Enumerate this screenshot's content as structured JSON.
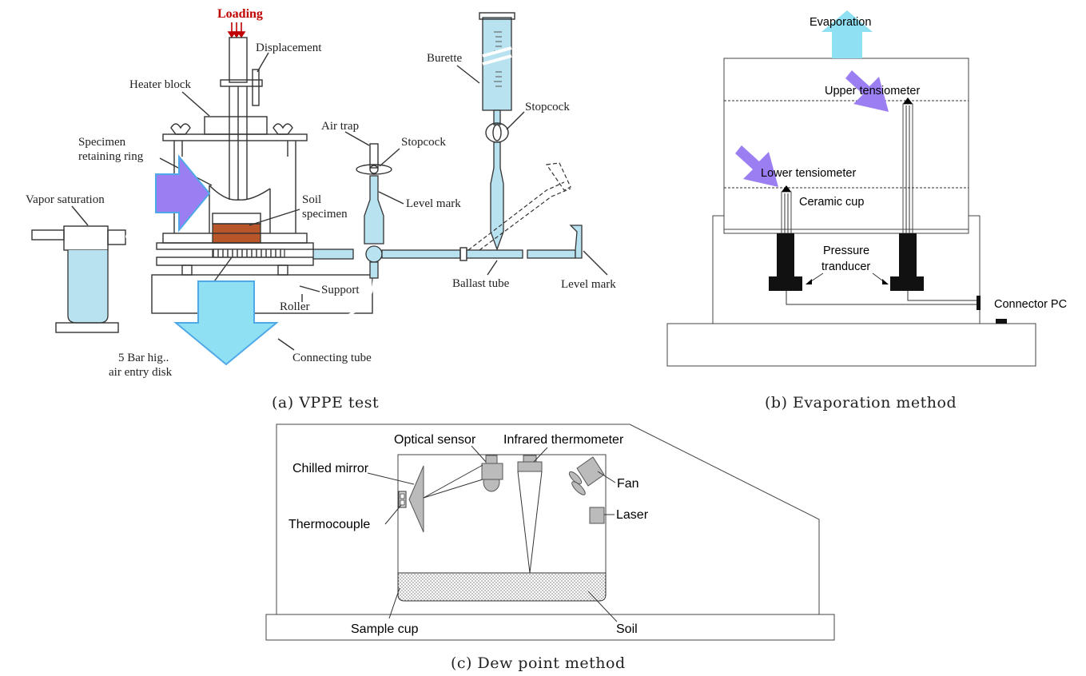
{
  "panel_a": {
    "caption": "(a) VPPE test",
    "labels": {
      "loading": "Loading",
      "displacement": "Displacement",
      "heater_block": "Heater block",
      "specimen_ring_1": "Specimen",
      "specimen_ring_2": "retaining ring",
      "vapor_saturation": "Vapor saturation",
      "soil_specimen_1": "Soil",
      "soil_specimen_2": "specimen",
      "air_trap": "Air trap",
      "stopcock_1": "Stopcock",
      "level_mark_1": "Level mark",
      "burette": "Burette",
      "stopcock_2": "Stopcock",
      "support": "Support",
      "roller": "Roller",
      "ballast_tube": "Ballast tube",
      "level_mark_2": "Level mark",
      "disk_1": "5 Bar hig..",
      "disk_2": "air entry disk",
      "connecting_tube": "Connecting tube"
    }
  },
  "panel_b": {
    "caption": "(b) Evaporation method",
    "labels": {
      "evaporation": "Evaporation",
      "upper_tensiometer": "Upper tensiometer",
      "lower_tensiometer": "Lower tensiometer",
      "ceramic_cup": "Ceramic cup",
      "pressure_1": "Pressure",
      "pressure_2": "tranducer",
      "connector_pc": "Connector PC"
    }
  },
  "panel_c": {
    "caption": "(c) Dew point method",
    "labels": {
      "optical_sensor": "Optical sensor",
      "infrared_thermometer": "Infrared thermometer",
      "chilled_mirror": "Chilled mirror",
      "fan": "Fan",
      "laser": "Laser",
      "thermocouple": "Thermocouple",
      "sample_cup": "Sample cup",
      "soil": "Soil"
    }
  },
  "colors": {
    "arrow_purple": "#9b7ff2",
    "arrow_cyan": "#8fe0f2",
    "soil_brown": "#b8562a",
    "glass_blue": "#b9e2f0",
    "loading_red": "#c00000"
  }
}
